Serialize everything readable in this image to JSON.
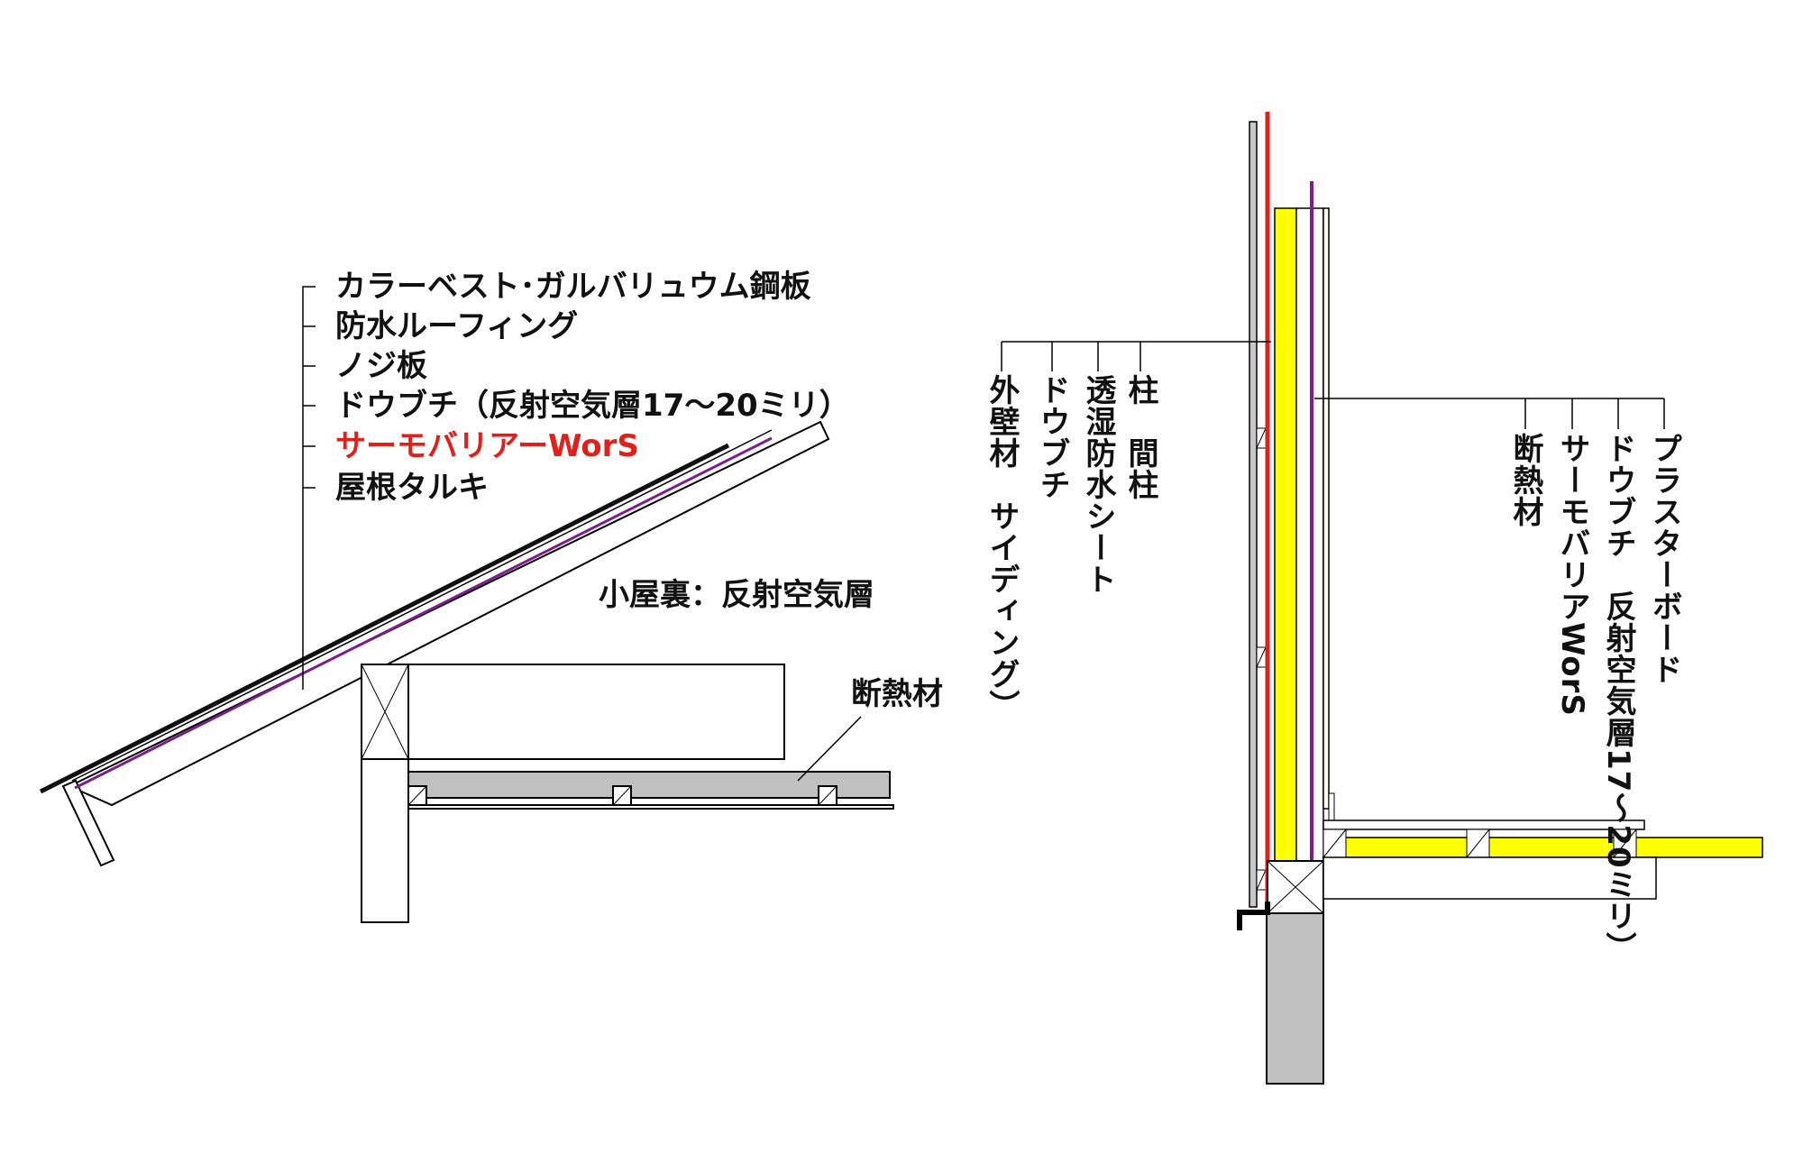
{
  "roof_diagram": {
    "labels": [
      "カラーベスト･ガルバリュウム鋼板",
      "防水ルーフィング",
      "ノジ板",
      "ドウブチ（反射空気層17～20ミリ）",
      "サーモバリアーWorS",
      "屋根タルキ"
    ],
    "attic_label": "小屋裏：反射空気層",
    "insulation_label": "断熱材"
  },
  "wall_diagram": {
    "outer_labels": [
      "外壁材　サイディング）",
      "ドウブチ",
      "透湿防水シート",
      "柱　間柱"
    ],
    "inner_labels": [
      "断熱材",
      "サーモバリアWorS",
      "ドウブチ　反射空気層17～20ミリ）",
      "プラスターボード"
    ]
  },
  "colors": {
    "barrier_red": "#e0201b",
    "barrier_purple": "#7a1f8c",
    "insulation_yellow": "#ffff00",
    "concrete_gray": "#c0c0c0"
  }
}
